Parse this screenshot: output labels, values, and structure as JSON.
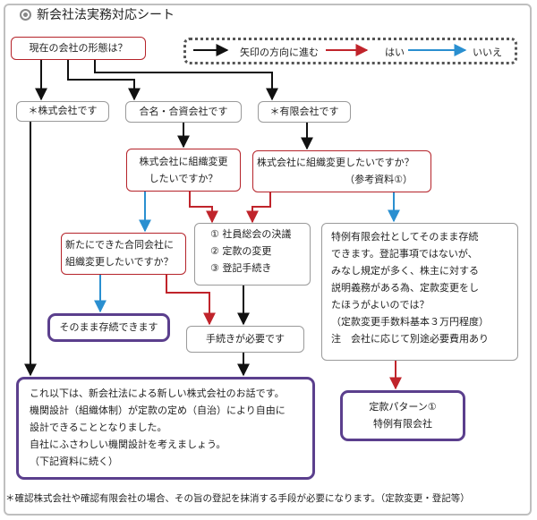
{
  "title": "新会社法実務対応シート",
  "legend": {
    "follow_label": "矢印の方向に進む",
    "yes_label": "はい",
    "no_label": "いいえ",
    "colors": {
      "follow": "#111111",
      "yes": "#c0242b",
      "no": "#2a8fd0"
    }
  },
  "nodes": {
    "start": "現在の会社の形態は？",
    "kabushiki": "＊株式会社です",
    "gomei": "合名・合資会社です",
    "yugen": "＊有限会社です",
    "q_gomei": [
      "株式会社に組織変更",
      "したいですか？"
    ],
    "q_yugen": [
      "株式会社に組織変更したいですか？",
      "（参考資料①）"
    ],
    "steps": [
      "① 社員総会の決議",
      "② 定款の変更",
      "③ 登記手続き"
    ],
    "q_godo": [
      "新たにできた合同会社に",
      "組織変更したいですか？"
    ],
    "keep": "そのまま存続できます",
    "procedure": "手続きが必要です",
    "tokurei": [
      "特例有限会社としてそのまま存続",
      "できます。登記事項ではないが、",
      "みなし規定が多く、株主に対する",
      "説明義務がある為、定款変更をし",
      "たほうがよいのでは？",
      "（定款変更手数料基本３万円程度）",
      "注　会社に応じて別途必要費用あり"
    ],
    "pattern": [
      "定款パターン①",
      "特例有限会社"
    ],
    "new_law": [
      "これ以下は、新会社法による新しい株式会社のお話です。",
      "機関設計（組織体制）が定款の定め（自治）により自由に",
      "設計できることとなりました。",
      "自社にふさわしい機関設計を考えましょう。",
      "（下記資料に続く）"
    ]
  },
  "footnote": "＊確認株式会社や確認有限会社の場合、その旨の登記を抹消する手段が必要になります。（定款変更・登記等）"
}
